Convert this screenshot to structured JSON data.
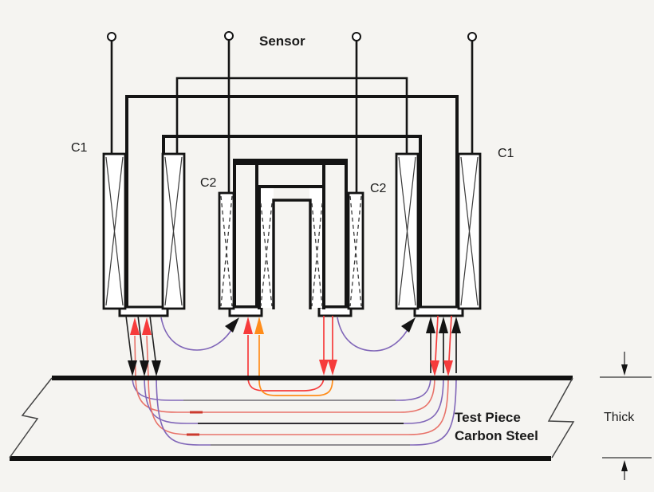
{
  "diagram": {
    "title": "Sensor",
    "coil_labels": {
      "outer_left": "C1",
      "outer_right": "C1",
      "inner_left": "C2",
      "inner_right": "C2"
    },
    "test_piece": {
      "line1": "Test Piece",
      "line2": "Carbon Steel"
    },
    "thickness_label": "Thick",
    "colors": {
      "background": "#f5f4f1",
      "line_black": "#141414",
      "flux_red": "#f63b3b",
      "flux_orange": "#ff8c1a",
      "flux_purple": "#8066b8",
      "flux_salmon": "#e8736a",
      "flux_gray": "#8a8a8a"
    }
  }
}
